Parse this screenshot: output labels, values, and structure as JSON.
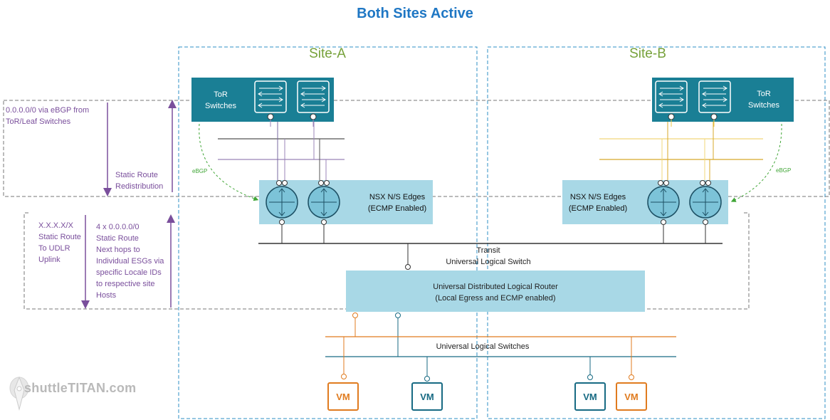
{
  "title": "Both Sites Active",
  "site_a": {
    "label": "Site-A",
    "tor_label": "ToR\nSwitches",
    "edge_label": "NSX N/S Edges\n(ECMP Enabled)",
    "ebgp_label": "eBGP"
  },
  "site_b": {
    "label": "Site-B",
    "tor_label": "ToR\nSwitches",
    "edge_label": "NSX N/S Edges\n(ECMP Enabled)",
    "ebgp_label": "eBGP"
  },
  "annotations": {
    "default_route": "0.0.0.0/0 via eBGP from\nToR/Leaf Switches",
    "static_redistribution": "Static Route\nRedistribution",
    "udlr_static": "X.X.X.X/X\nStatic Route\nTo UDLR\nUplink",
    "esg_static": "4 x 0.0.0.0/0\nStatic Route\nNext hops to\nIndividual ESGs via\nspecific Locale IDs\nto respective site\nHosts"
  },
  "transit_label": "Transit\nUniversal Logical Switch",
  "udlr_label": "Universal Distributed Logical Router\n(Local Egress and ECMP enabled)",
  "logical_switches_label": "Universal Logical Switches",
  "vms": [
    {
      "label": "VM",
      "color": "orange"
    },
    {
      "label": "VM",
      "color": "blue"
    },
    {
      "label": "VM",
      "color": "blue"
    },
    {
      "label": "VM",
      "color": "orange"
    }
  ],
  "watermark": "shuttleTITAN.com",
  "colors": {
    "title": "#1f77c4",
    "site_label": "#76a13a",
    "tor_box": "#1a7f95",
    "edge_box": "#a8d8e6",
    "udlr_box": "#a8d8e6",
    "purple": "#7a4f9c",
    "orange": "#e07b1f",
    "teal": "#176a83",
    "ebgp": "#3fa535"
  }
}
